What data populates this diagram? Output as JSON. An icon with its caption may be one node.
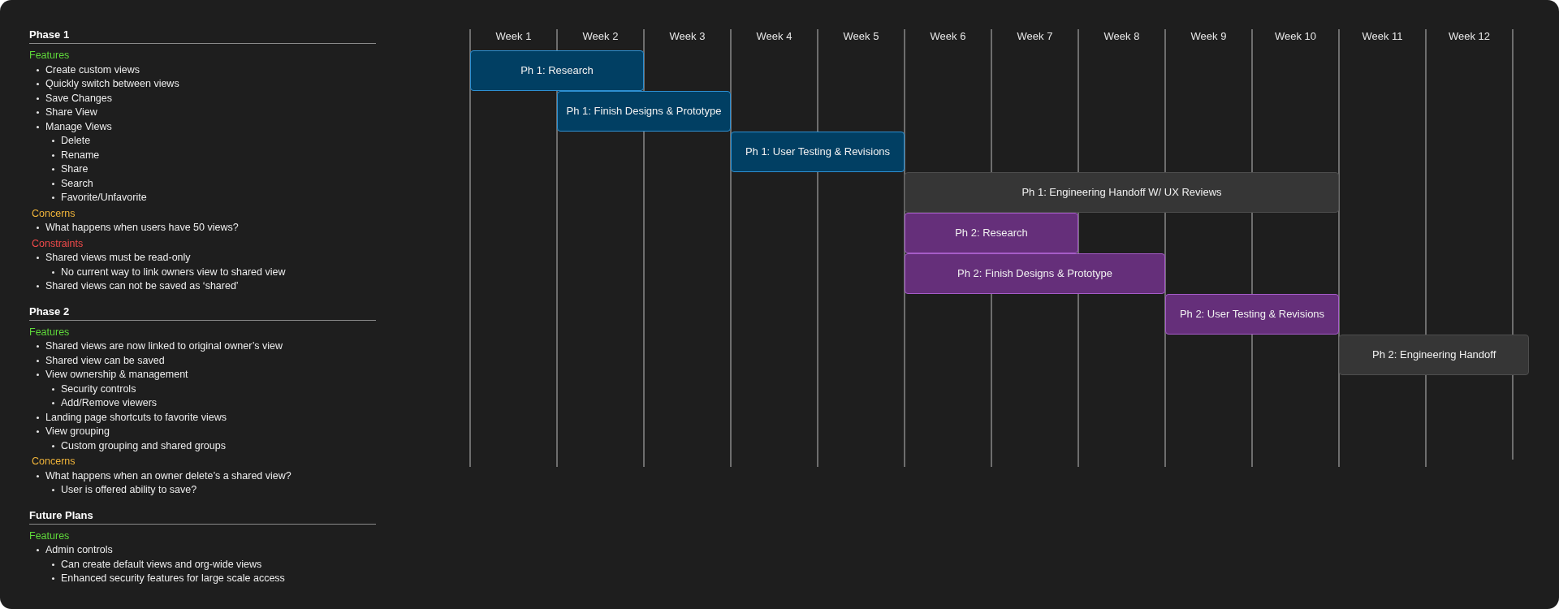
{
  "diagram": {
    "nodes": [
      {
        "text": [
          "Ph 1: Research"
        ]
      },
      {
        "text": [
          "Ph 1: Finish Designs & Prototype"
        ]
      },
      {
        "text": [
          "Ph 1: User Testing & Revisions"
        ]
      },
      {
        "text": [
          "Ph 1: Engineering Handoff W/ UX Reviews"
        ]
      },
      {
        "text": [
          "Ph 2: Research"
        ]
      },
      {
        "text": [
          "Ph 2: Finish Designs & Prototype"
        ]
      },
      {
        "text": [
          "Ph 2: User Testing & Revisions"
        ]
      },
      {
        "text": [
          "Ph 2: Engineering Handoff"
        ]
      }
    ],
    "edges": [],
    "labels": [
      "Phase 1",
      "Features",
      "Create custom views",
      "Quickly switch between views",
      "Save Changes",
      "Share View",
      "Manage Views",
      "Delete",
      "Rename",
      "Share",
      "Search",
      "Favorite/Unfavorite",
      "Concerns",
      "What happens when users have 50 views?",
      "Constraints",
      "Shared views must be read-only",
      "No current way to link owners view to shared view",
      "Shared views can not be saved as ‘shared’",
      "Phase 2",
      "Features",
      "Shared views are now linked to original owner’s view",
      "Shared view can be saved",
      "View ownership & management",
      "Security controls",
      "Add/Remove viewers",
      "Landing page shortcuts to favorite views",
      "View grouping",
      "Custom grouping and shared groups",
      "Concerns",
      "What happens when an owner delete’s a shared view?",
      "User is offered ability to save?",
      "Future Plans",
      "Features",
      "Admin controls",
      "Can create default views and org-wide views",
      "Enhanced security features for large scale access",
      "Week 1",
      "Week 2",
      "Week 3",
      "Week 4",
      "Week 5",
      "Week 6",
      "Week 7",
      "Week 8",
      "Week 9",
      "Week 10",
      "Week 11",
      "Week 12"
    ]
  }
}
